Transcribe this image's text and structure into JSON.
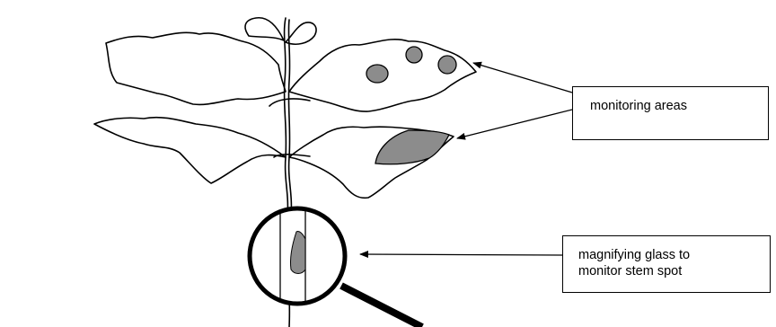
{
  "callouts": {
    "monitoring_areas": "monitoring areas",
    "magnifying_glass_line1": "magnifying  glass to",
    "magnifying_glass_line2": "monitor stem  spot"
  },
  "colors": {
    "outline": "#000000",
    "spot_fill": "#8c8c8c",
    "background": "#ffffff"
  }
}
